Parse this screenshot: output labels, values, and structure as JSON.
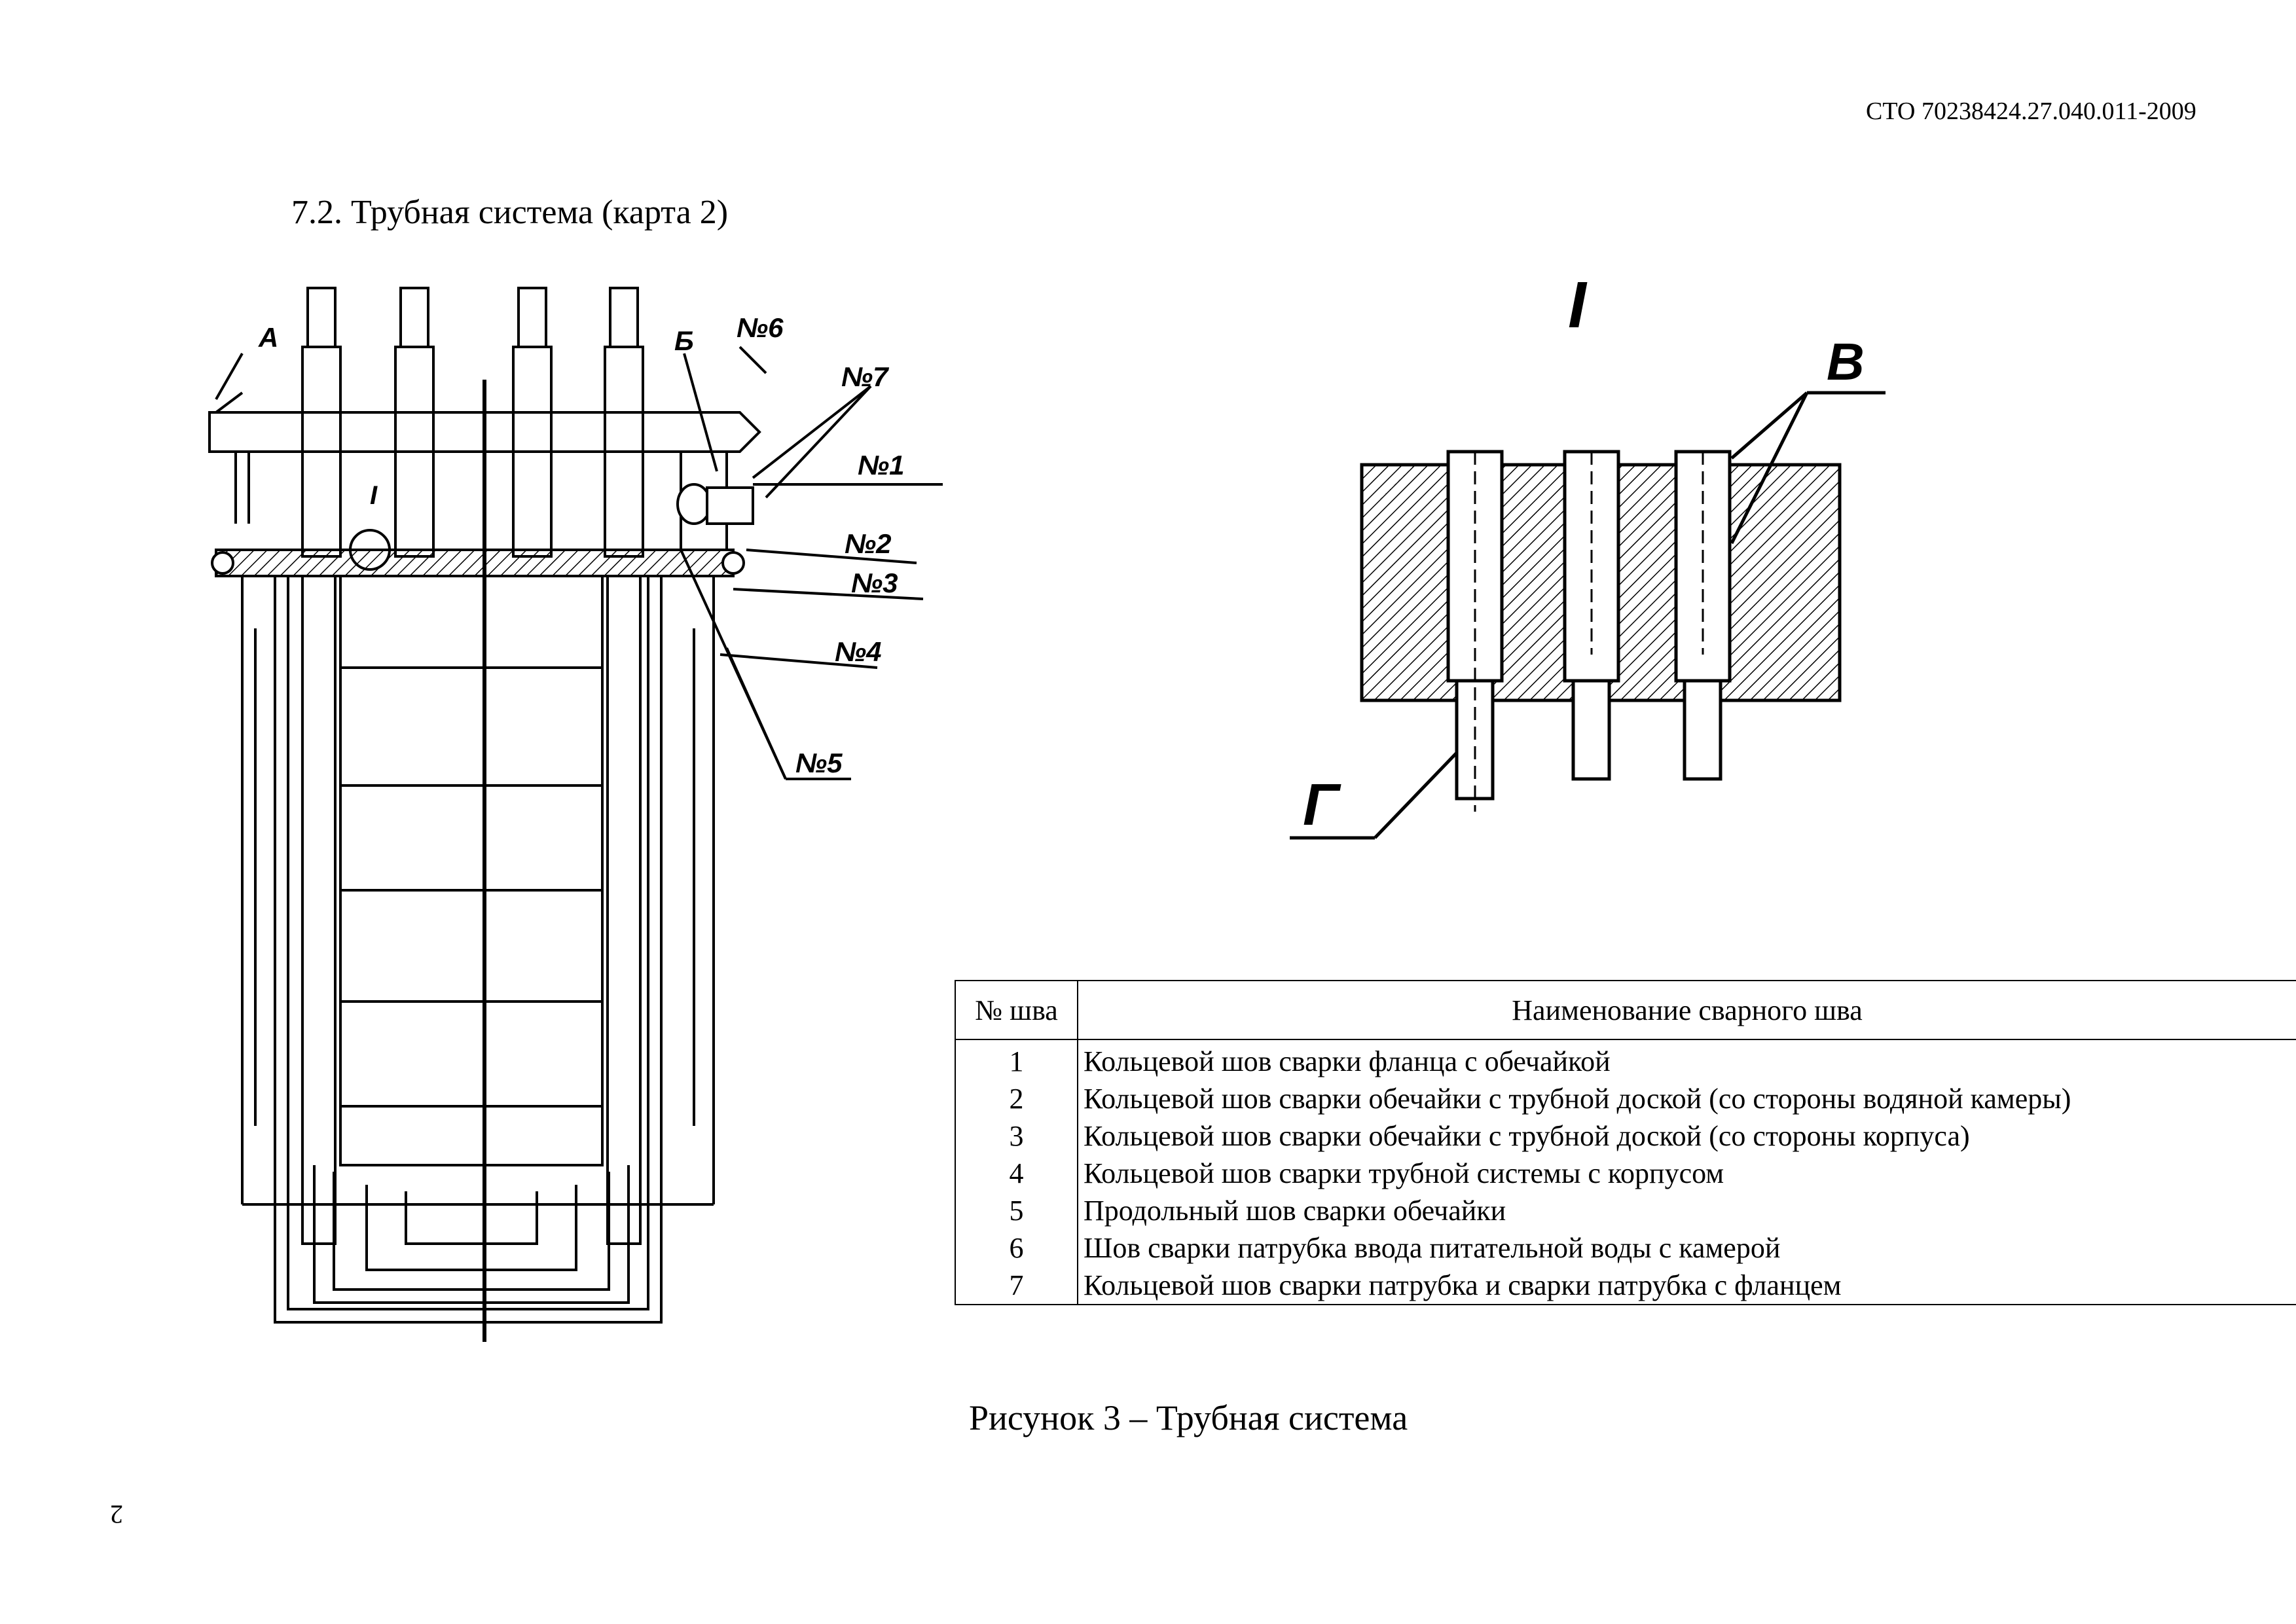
{
  "header": {
    "doc_code": "СТО 70238424.27.040.011-2009"
  },
  "section": {
    "heading": "7.2. Трубная система  (карта 2)"
  },
  "main_drawing": {
    "labels": {
      "a": "А",
      "b": "Б",
      "n6": "№6",
      "n7": "№7",
      "n1": "№1",
      "n2": "№2",
      "n3": "№3",
      "n4": "№4",
      "n5": "№5",
      "view_i": "I"
    }
  },
  "detail_drawing": {
    "labels": {
      "title": "I",
      "v": "В",
      "g": "Г"
    }
  },
  "weld_table": {
    "headers": {
      "num": "№ шва",
      "name": "Наименование сварного шва"
    },
    "rows": [
      {
        "num": "1",
        "name": "Кольцевой шов сварки фланца с обечайкой"
      },
      {
        "num": "2",
        "name": "Кольцевой шов сварки обечайки с трубной доской (со стороны водяной камеры)"
      },
      {
        "num": "3",
        "name": "Кольцевой шов сварки обечайки с трубной доской (со стороны корпуса)"
      },
      {
        "num": "4",
        "name": "Кольцевой шов сварки трубной системы с корпусом"
      },
      {
        "num": "5",
        "name": "Продольный шов сварки обечайки"
      },
      {
        "num": "6",
        "name": "Шов сварки патрубка ввода питательной воды с камерой"
      },
      {
        "num": "7",
        "name": "Кольцевой шов сварки патрубка и сварки патрубка с фланцем"
      }
    ]
  },
  "figure": {
    "caption": "Рисунок 3 – Трубная система"
  },
  "page": {
    "number": "2"
  }
}
